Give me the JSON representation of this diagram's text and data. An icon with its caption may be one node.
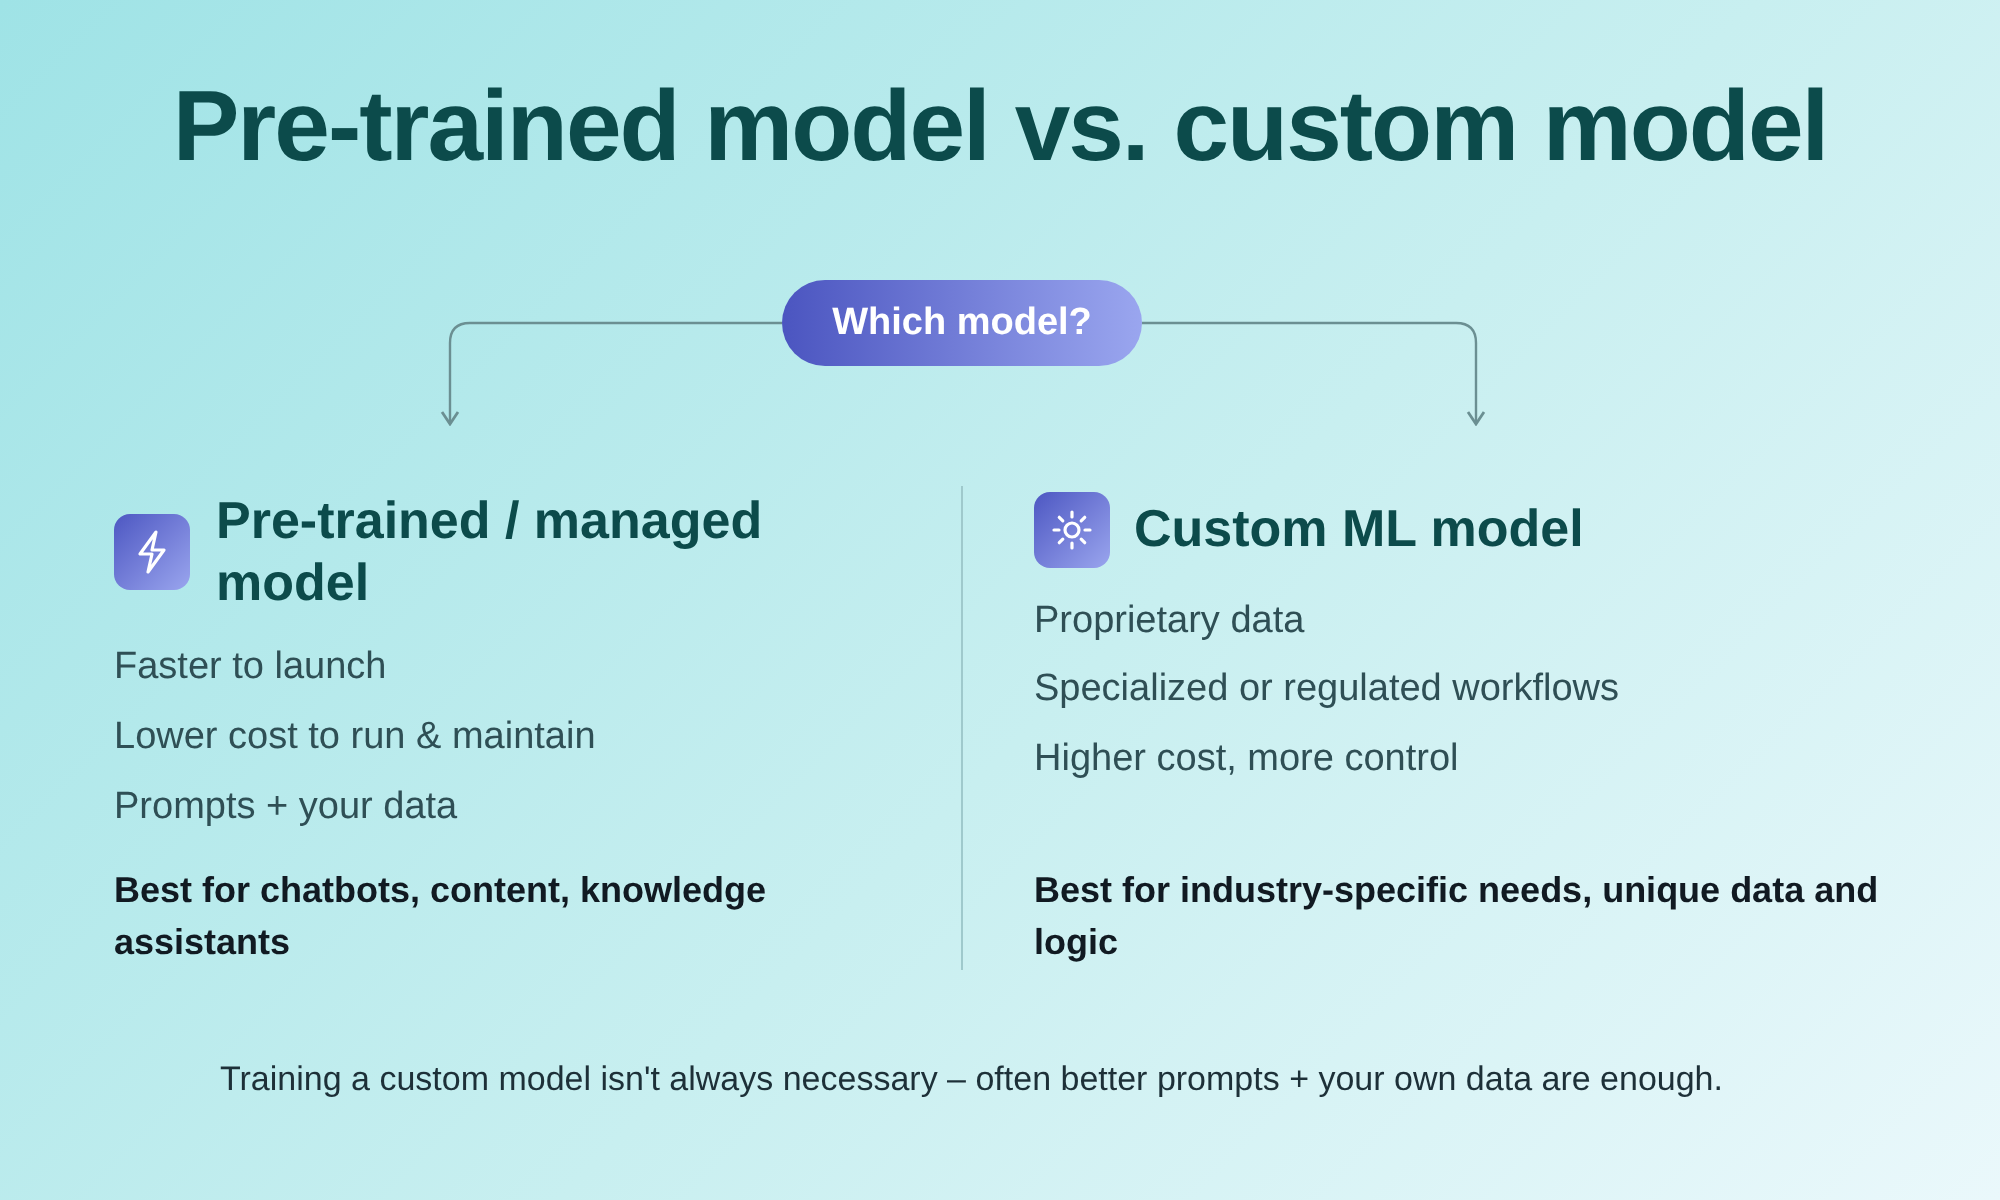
{
  "diagram": {
    "title": "Pre-trained model vs. custom model",
    "nodes": [
      {
        "text": [
          "Which model?"
        ]
      },
      {
        "text": [
          "Pre-trained / managed model",
          "Faster to launch",
          "Lower cost to run & maintain",
          "Prompts + your data"
        ]
      },
      {
        "text": [
          "Custom ML model",
          "Proprietary data",
          "Specialized or regulated workflows",
          "Higher cost, more control"
        ]
      }
    ],
    "edges": [
      {
        "from": 0,
        "to": 1,
        "arrow": "to"
      },
      {
        "from": 0,
        "to": 2,
        "arrow": "to"
      }
    ],
    "labels": [
      "Best for chatbots, content, knowledge assistants",
      "Best for industry-specific needs, unique data and logic",
      "Training a custom model isn't always necessary – often better prompts + your own data are enough."
    ]
  }
}
